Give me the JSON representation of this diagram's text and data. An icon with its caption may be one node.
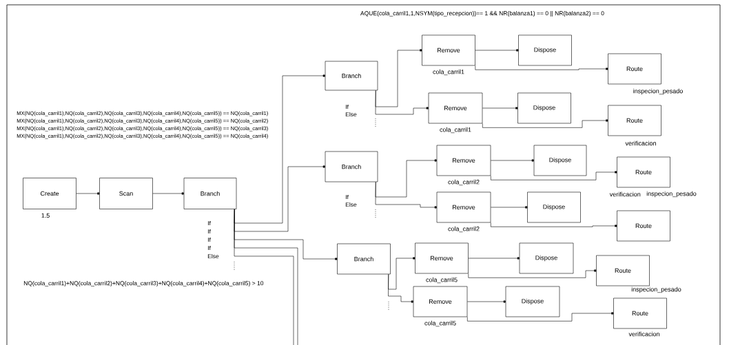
{
  "diagram": {
    "nodes": [
      {
        "text": [
          "Create"
        ],
        "beside": [
          "1.5"
        ]
      },
      {
        "text": [
          "Scan"
        ]
      },
      {
        "text": [
          "Branch"
        ],
        "beside": [
          "If",
          "If",
          "If",
          "If",
          "Else"
        ]
      },
      {
        "text": [
          "Branch"
        ],
        "beside": [
          "If",
          "Else"
        ]
      },
      {
        "text": [
          "Remove"
        ],
        "beside": [
          "cola_carril1"
        ]
      },
      {
        "text": [
          "Dispose"
        ]
      },
      {
        "text": [
          "Route"
        ],
        "beside": [
          "inspecion_pesado"
        ]
      },
      {
        "text": [
          "Remove"
        ],
        "beside": [
          "cola_carril1"
        ]
      },
      {
        "text": [
          "Dispose"
        ]
      },
      {
        "text": [
          "Route"
        ],
        "beside": [
          "verificacion"
        ]
      },
      {
        "text": [
          "Branch"
        ],
        "beside": [
          "If",
          "Else"
        ]
      },
      {
        "text": [
          "Remove"
        ],
        "beside": [
          "cola_carril2"
        ]
      },
      {
        "text": [
          "Dispose"
        ]
      },
      {
        "text": [
          "Route"
        ],
        "beside": [
          "verificacion",
          "inspecion_pesado"
        ]
      },
      {
        "text": [
          "Remove"
        ],
        "beside": [
          "cola_carril2"
        ]
      },
      {
        "text": [
          "Dispose"
        ]
      },
      {
        "text": [
          "Route"
        ]
      },
      {
        "text": [
          "Branch"
        ]
      },
      {
        "text": [
          "Remove"
        ],
        "beside": [
          "cola_carril5"
        ]
      },
      {
        "text": [
          "Dispose"
        ]
      },
      {
        "text": [
          "Route"
        ],
        "beside": [
          "inspecion_pesado"
        ]
      },
      {
        "text": [
          "Remove"
        ],
        "beside": [
          "cola_carril5"
        ]
      },
      {
        "text": [
          "Dispose"
        ]
      },
      {
        "text": [
          "Route"
        ],
        "beside": [
          "verificacion"
        ]
      }
    ],
    "edges": [
      {
        "from": 0,
        "to": 1,
        "arrow": "other"
      },
      {
        "from": 1,
        "to": 2,
        "arrow": "other"
      },
      {
        "from": 2,
        "to": 3,
        "arrow": "other"
      },
      {
        "from": 2,
        "to": 10,
        "arrow": "other"
      },
      {
        "from": 2,
        "to": 17,
        "arrow": "other"
      },
      {
        "from": 2,
        "to": null,
        "arrow": "none"
      },
      {
        "from": 2,
        "to": null,
        "arrow": "none"
      },
      {
        "from": 3,
        "to": 4,
        "arrow": "other"
      },
      {
        "from": 3,
        "to": 7,
        "arrow": "other"
      },
      {
        "from": 4,
        "to": 5,
        "arrow": "other"
      },
      {
        "from": 4,
        "to": 6,
        "arrow": "other"
      },
      {
        "from": 7,
        "to": 8,
        "arrow": "other"
      },
      {
        "from": 7,
        "to": 9,
        "arrow": "other"
      },
      {
        "from": 10,
        "to": 11,
        "arrow": "other"
      },
      {
        "from": 10,
        "to": 14,
        "arrow": "other"
      },
      {
        "from": 11,
        "to": 12,
        "arrow": "other"
      },
      {
        "from": 11,
        "to": 13,
        "arrow": "other"
      },
      {
        "from": 14,
        "to": 15,
        "arrow": "other"
      },
      {
        "from": 14,
        "to": 16,
        "arrow": "other"
      },
      {
        "from": 17,
        "to": 18,
        "arrow": "other"
      },
      {
        "from": 17,
        "to": 21,
        "arrow": "other"
      },
      {
        "from": 18,
        "to": 19,
        "arrow": "other"
      },
      {
        "from": 18,
        "to": 20,
        "arrow": "other"
      },
      {
        "from": 21,
        "to": 22,
        "arrow": "other"
      },
      {
        "from": 21,
        "to": 23,
        "arrow": "other"
      }
    ],
    "labels": [
      "AQUE(cola_carril1,1,NSYM(tipo_recepcion))== 1 && NR(balanza1) == 0 || NR(balanza2) == 0",
      "MX(NQ(cola_carril1),NQ(cola_carril2),NQ(cola_carril3),NQ(cola_carril4),NQ(cola_carril5)) == NQ(cola_carril1)",
      "MX(NQ(cola_carril1),NQ(cola_carril2),NQ(cola_carril3),NQ(cola_carril4),NQ(cola_carril5)) == NQ(cola_carril2)",
      "MX(NQ(cola_carril1),NQ(cola_carril2),NQ(cola_carril3),NQ(cola_carril4),NQ(cola_carril5)) == NQ(cola_carril3)",
      "MX(NQ(cola_carril1),NQ(cola_carril2),NQ(cola_carril3),NQ(cola_carril4),NQ(cola_carril5)) == NQ(cola_carril4)",
      "NQ(cola_carril1)+NQ(cola_carril2)+NQ(cola_carril3)+NQ(cola_carril4)+NQ(cola_carril5)  > 10"
    ]
  }
}
